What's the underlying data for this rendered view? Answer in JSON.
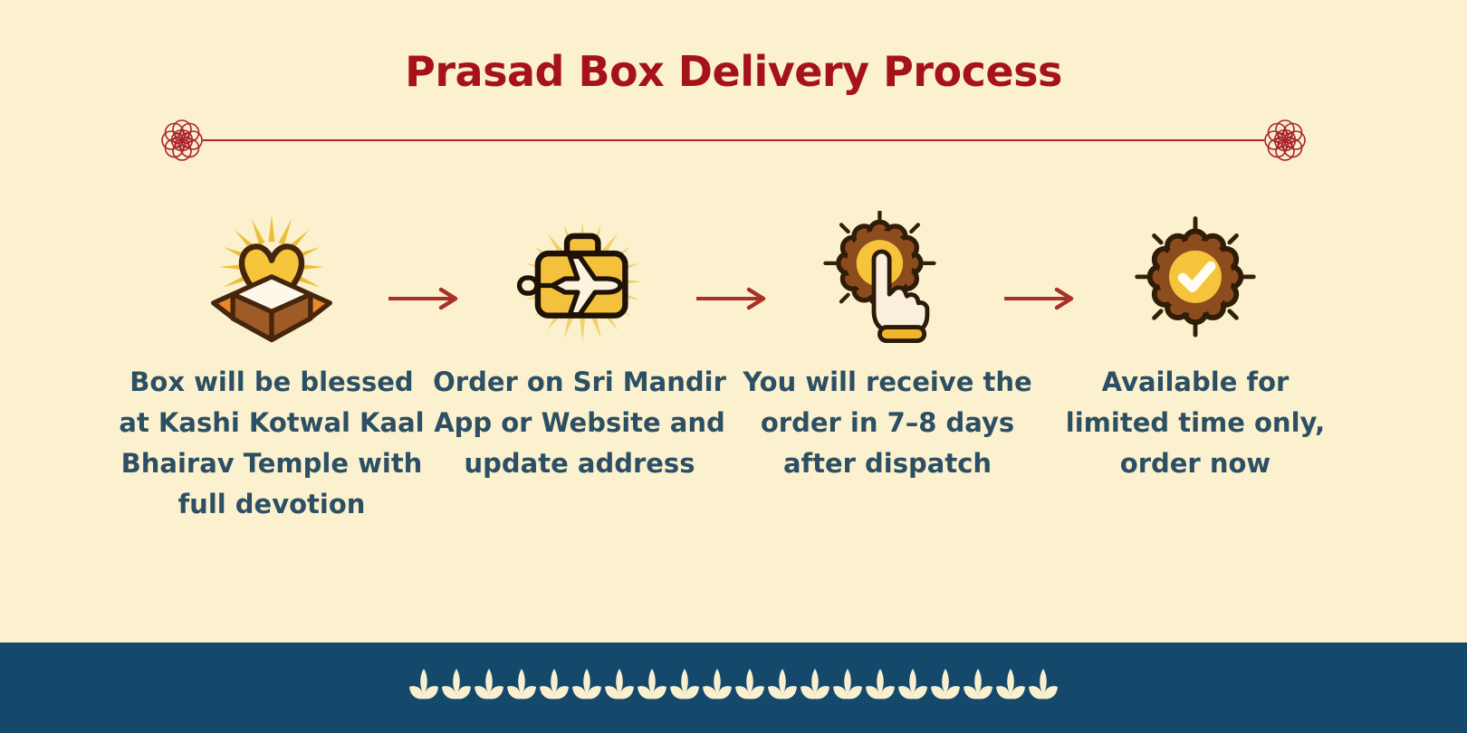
{
  "header": {
    "title": "Prasad Box Delivery Process"
  },
  "steps": [
    {
      "id": "blessing",
      "icon": "blessed-box-icon",
      "text": "Box will be blessed\nat Kashi Kotwal Kaal\nBhairav Temple with\nfull devotion"
    },
    {
      "id": "order",
      "icon": "travel-suitcase-icon",
      "text": "Order on Sri Mandir\nApp or Website and\nupdate address"
    },
    {
      "id": "delivery",
      "icon": "tap-order-icon",
      "text": "You will receive the\norder in 7–8 days\nafter dispatch"
    },
    {
      "id": "availability",
      "icon": "limited-time-badge-icon",
      "text": "Available for\nlimited time only,\norder now"
    }
  ],
  "footer": {
    "leaf_count": 20
  },
  "colors": {
    "background": "#FBF1CE",
    "title_red": "#A51318",
    "divider_red": "#A8232B",
    "arrow_red": "#A93128",
    "step_text": "#2C4F63",
    "footer_blue": "#14496B",
    "leaf_cream": "#FAF0D0",
    "icon_gold": "#F6C53C",
    "icon_brown": "#8C4C1D"
  }
}
